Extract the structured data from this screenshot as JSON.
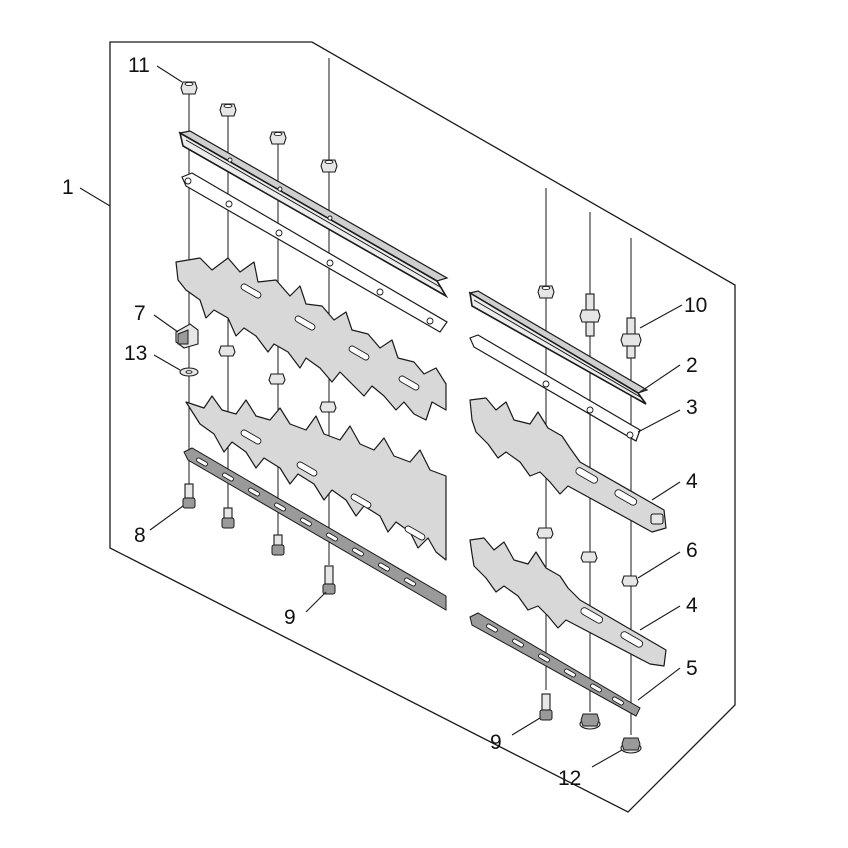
{
  "diagram": {
    "callouts": {
      "c1": "1",
      "c2": "2",
      "c3": "3",
      "c4a": "4",
      "c4b": "4",
      "c5": "5",
      "c6": "6",
      "c7": "7",
      "c8": "8",
      "c9a": "9",
      "c9b": "9",
      "c10": "10",
      "c11": "11",
      "c12": "12",
      "c13": "13"
    }
  }
}
